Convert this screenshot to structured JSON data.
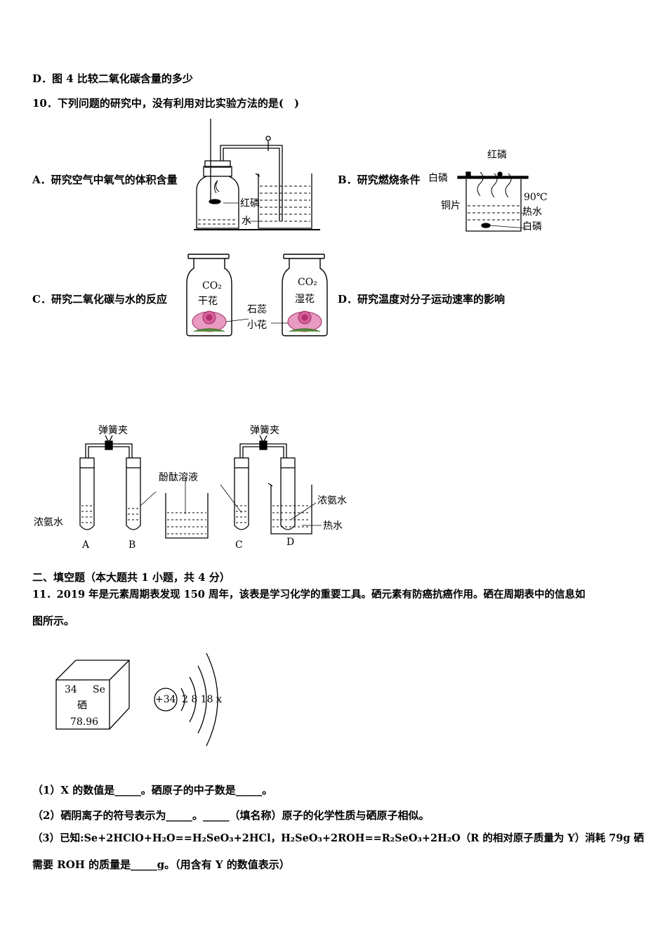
{
  "lines": {
    "d_option": "D．图 4 比较二氧化碳含量的多少",
    "q10": "10．下列问题的研究中，没有利用对比实验方法的是(　)",
    "opt_a": "A．研究空气中氧气的体积含量",
    "opt_b": "B．研究燃烧条件",
    "opt_c": "C．研究二氧化碳与水的反应",
    "opt_d": "D．研究温度对分子运动速率的影响",
    "section2": "二、填空题（本大题共 1 小题，共 4 分）",
    "q11_line1": "11．2019 年是元素周期表发现 150 周年，该表是学习化学的重要工具。硒元素有防癌抗癌作用。硒在周期表中的信息如",
    "q11_line2": "图所示。",
    "q11_p1": "（1）X 的数值是_____。硒原子的中子数是_____。",
    "q11_p2": "（2）硒阴离子的符号表示为_____。_____（填名称）原子的化学性质与硒原子相似。",
    "q11_p3": "（3）已知:Se+2HClO+H₂O==H₂SeO₃+2HCl，H₂SeO₃+2ROH==R₂SeO₃+2H₂O（R 的相对原子质量为 Y）消耗 79g 硒",
    "q11_p4": "需要 ROH 的质量是_____g。（用含有 Y 的数值表示）"
  },
  "fig_a": {
    "red_p": "红磷",
    "water": "水"
  },
  "fig_b": {
    "red_p": "红磷",
    "white_p_top": "白磷",
    "copper": "铜片",
    "temp": "90℃",
    "hot_water": "热水",
    "white_p_bottom": "白磷"
  },
  "fig_c": {
    "co2_left": "CO₂",
    "dry_flower": "干花",
    "co2_right": "CO₂",
    "wet_flower": "湿花",
    "litmus1": "石蕊",
    "litmus2": "小花"
  },
  "fig_d": {
    "clamp_left": "弹簧夹",
    "clamp_right": "弹簧夹",
    "phenol": "酚酞溶液",
    "ammonia_left": "浓氨水",
    "ammonia_right": "浓氨水",
    "hot_water": "热水",
    "tube_a": "A",
    "tube_b": "B",
    "tube_c": "C",
    "tube_d": "D"
  },
  "element": {
    "number": "34",
    "symbol": "Se",
    "name": "硒",
    "mass": "78.96",
    "nucleus": "+34",
    "shells": "2 8 18 x"
  }
}
